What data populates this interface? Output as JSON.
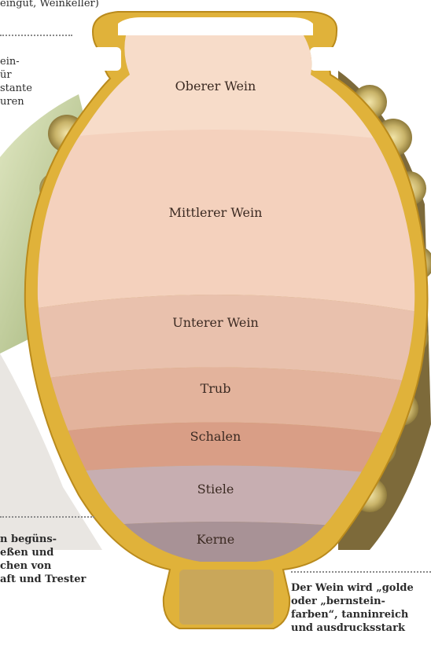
{
  "top_caption": "eingut, Weinkeller)",
  "left_upper_lines": [
    "ein-",
    "ür",
    "stante",
    "uren"
  ],
  "left_lower_lines": [
    "n begüns-",
    "eßen und",
    "chen von",
    "aft und Trester"
  ],
  "right_lower_lines": [
    "Der Wein wird „golde",
    "oder „bernstein-",
    "farben“, tanninreich",
    "und ausdrucksstark"
  ],
  "layers": [
    {
      "label": "Oberer Wein",
      "color": "#f7dcc9"
    },
    {
      "label": "Mittlerer Wein",
      "color": "#f4d1bd"
    },
    {
      "label": "Unterer Wein",
      "color": "#e9c1ad"
    },
    {
      "label": "Trub",
      "color": "#e3b39c"
    },
    {
      "label": "Schalen",
      "color": "#d99e86"
    },
    {
      "label": "Stiele",
      "color": "#c7aeb1"
    },
    {
      "label": "Kerne",
      "color": "#a89296"
    }
  ],
  "vessel_color": "#e0b23a"
}
